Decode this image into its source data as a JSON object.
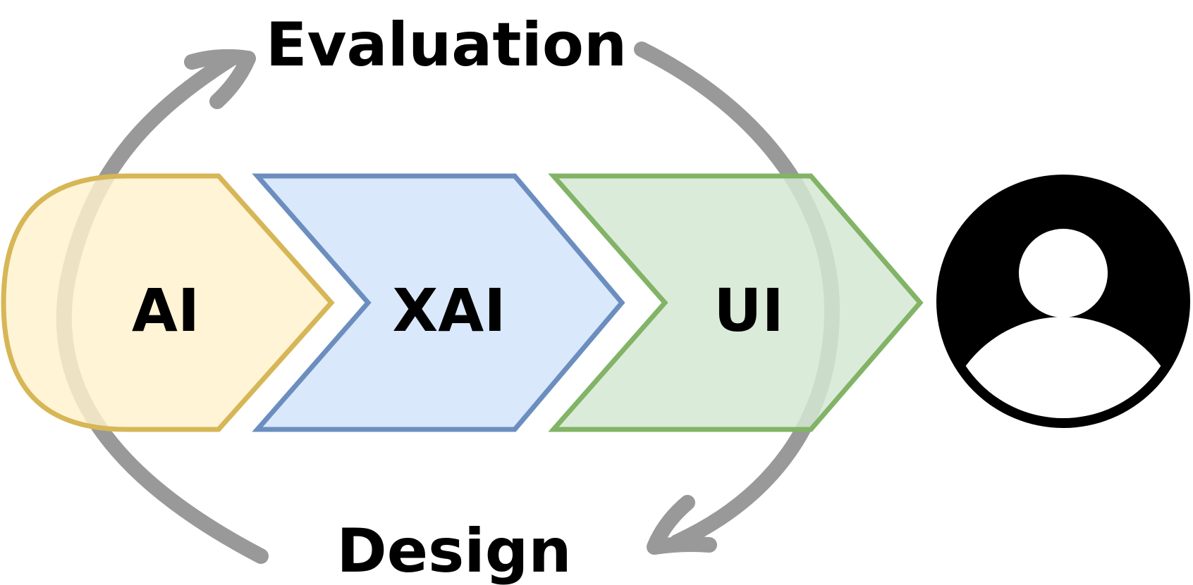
{
  "diagram": {
    "top_label": "Evaluation",
    "bottom_label": "Design",
    "stages": [
      {
        "label": "AI"
      },
      {
        "label": "XAI"
      },
      {
        "label": "UI"
      }
    ],
    "end_node_icon": "user-icon"
  },
  "colors": {
    "ai_fill": "#fff2cc",
    "ai_stroke": "#d6b656",
    "xai_fill": "#dae8fc",
    "xai_stroke": "#6c8ebf",
    "ui_fill": "#d5e8d4",
    "ui_stroke": "#82b366",
    "arrow": "#999999",
    "user_icon": "#000000"
  }
}
